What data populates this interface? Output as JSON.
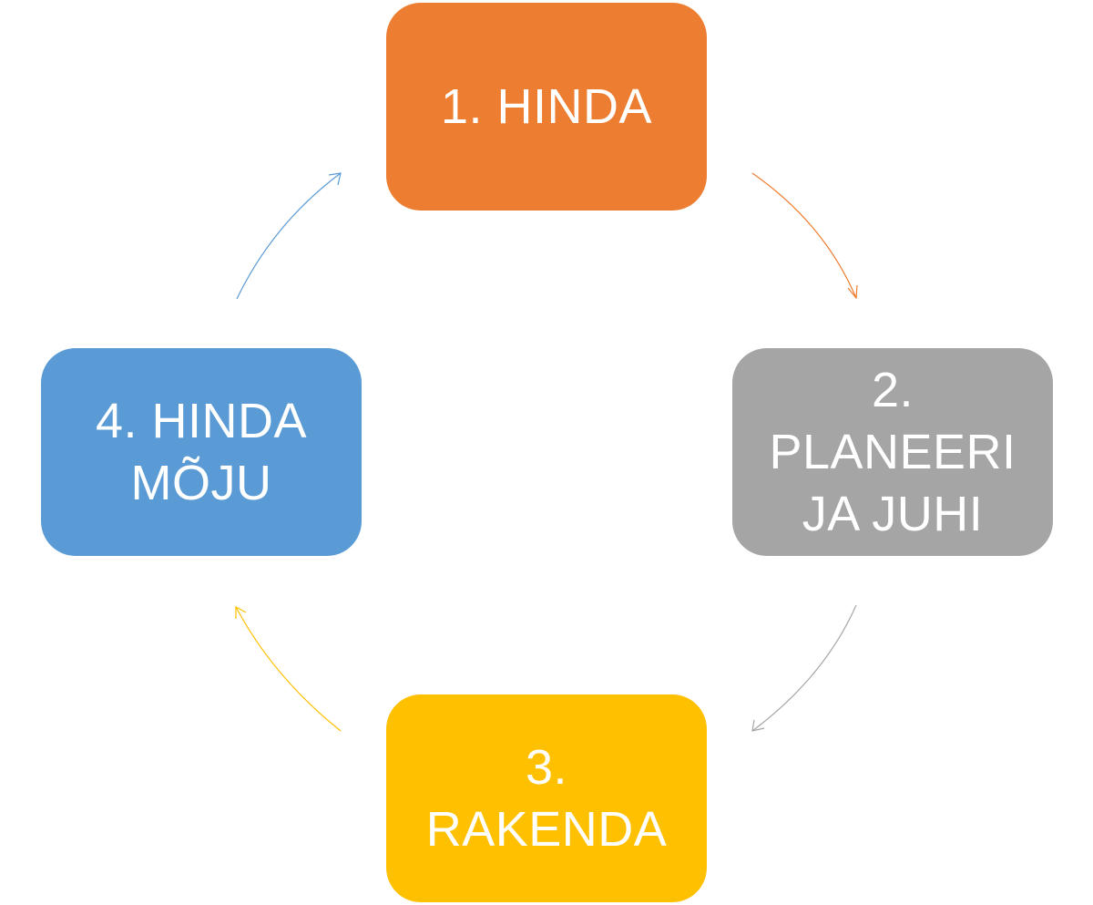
{
  "diagram": {
    "steps": [
      {
        "id": "1",
        "lines": [
          "1. HINDA"
        ],
        "color": "#ED7D31"
      },
      {
        "id": "2",
        "lines": [
          "2. PLANEERI",
          "JA JUHI"
        ],
        "color": "#A5A5A5"
      },
      {
        "id": "3",
        "lines": [
          "3. RAKENDA"
        ],
        "color": "#FFC000"
      },
      {
        "id": "4",
        "lines": [
          "4. HINDA",
          "MÕJU"
        ],
        "color": "#5B9BD5"
      }
    ],
    "connectors": [
      {
        "from": "1",
        "to": "2",
        "color": "#ED7D31"
      },
      {
        "from": "2",
        "to": "3",
        "color": "#A5A5A5"
      },
      {
        "from": "3",
        "to": "4",
        "color": "#FFC000"
      },
      {
        "from": "4",
        "to": "1",
        "color": "#5B9BD5"
      }
    ]
  }
}
